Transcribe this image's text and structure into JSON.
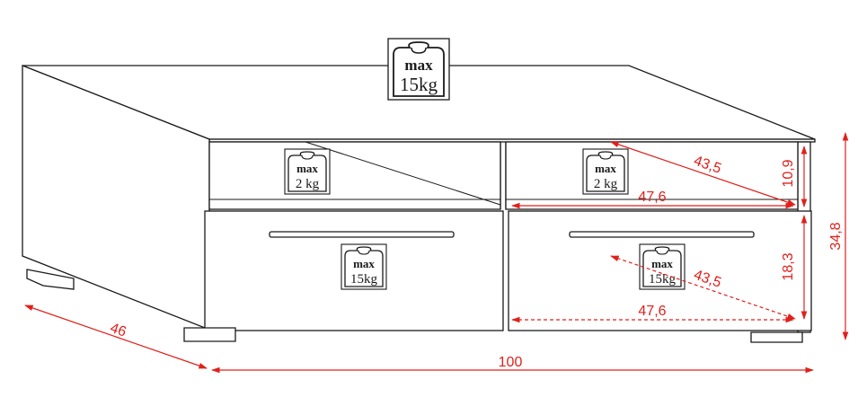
{
  "colors": {
    "outline": "#1a1a1a",
    "dimension": "#e0201b"
  },
  "weight_badges": {
    "top": {
      "icon": "weight-icon",
      "line1": "max",
      "line2": "15kg"
    },
    "shelf_left": {
      "icon": "weight-icon",
      "line1": "max",
      "line2": "2 kg"
    },
    "shelf_right": {
      "icon": "weight-icon",
      "line1": "max",
      "line2": "2 kg"
    },
    "drawer_left": {
      "icon": "weight-icon",
      "line1": "max",
      "line2": "15kg"
    },
    "drawer_right": {
      "icon": "weight-icon",
      "line1": "max",
      "line2": "15kg"
    }
  },
  "dimensions": {
    "total_width": "100",
    "depth": "46",
    "total_height": "34,8",
    "shelf_height": "10,9",
    "shelf_width": "47,6",
    "shelf_depth": "43,5",
    "drawer_height": "18,3",
    "drawer_width": "47,6",
    "drawer_depth": "43,5"
  }
}
